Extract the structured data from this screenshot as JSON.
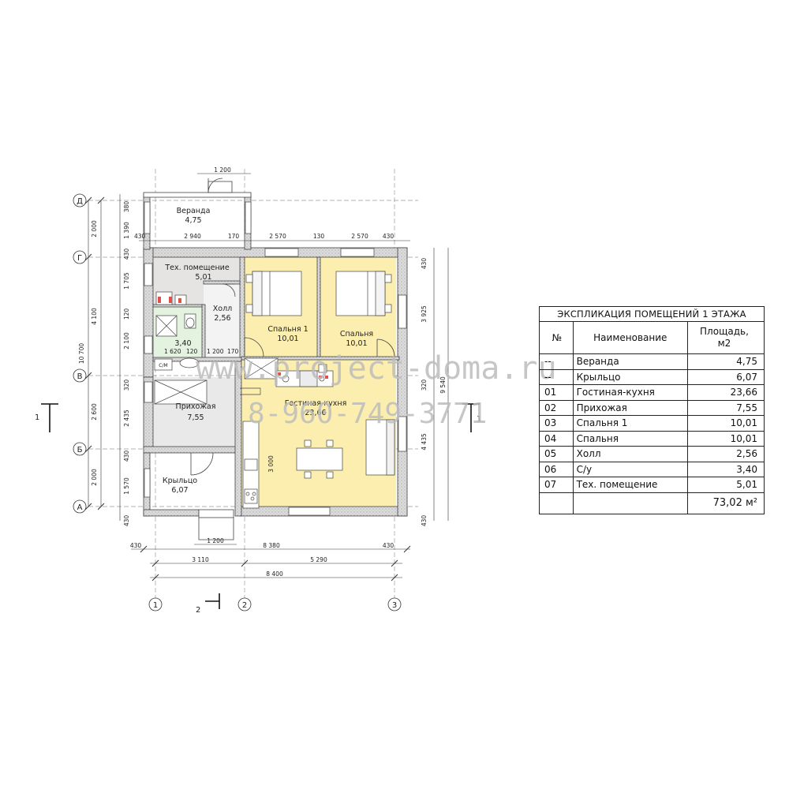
{
  "explication": {
    "title": "ЭКСПЛИКАЦИЯ ПОМЕЩЕНИЙ 1 ЭТАЖА",
    "headers": {
      "no": "№",
      "name": "Наименование",
      "area_line1": "Площадь,",
      "area_line2": "м2"
    },
    "rows": [
      {
        "no": "--",
        "name": "Веранда",
        "area": "4,75"
      },
      {
        "no": "--",
        "name": "Крыльцо",
        "area": "6,07"
      },
      {
        "no": "01",
        "name": "Гостиная-кухня",
        "area": "23,66"
      },
      {
        "no": "02",
        "name": "Прихожая",
        "area": "7,55"
      },
      {
        "no": "03",
        "name": "Спальня 1",
        "area": "10,01"
      },
      {
        "no": "04",
        "name": "Спальня",
        "area": "10,01"
      },
      {
        "no": "05",
        "name": "Холл",
        "area": "2,56"
      },
      {
        "no": "06",
        "name": "С/у",
        "area": "3,40"
      },
      {
        "no": "07",
        "name": "Тех. помещение",
        "area": "5,01"
      }
    ],
    "total": "73,02 м²"
  },
  "rooms": {
    "veranda": {
      "name": "Веранда",
      "area": "4,75"
    },
    "tech": {
      "name": "Тех. помещение",
      "area": "5,01"
    },
    "hall": {
      "name": "Холл",
      "area": "2,56"
    },
    "wc_area": "3,40",
    "wc_tag": "С/М",
    "bedroom1": {
      "name": "Спальня 1",
      "area": "10,01"
    },
    "bedroom2": {
      "name": "Спальня",
      "area": "10,01"
    },
    "living": {
      "name": "Гостиная-кухня",
      "area": "23,66"
    },
    "entry": {
      "name": "Прихожая",
      "area": "7,55"
    },
    "porch": {
      "name": "Крыльцо",
      "area": "6,07"
    }
  },
  "axes": {
    "rows": [
      "Д",
      "Г",
      "В",
      "Б",
      "А"
    ],
    "cols": [
      "1",
      "2",
      "3"
    ]
  },
  "section_marks": {
    "left": "1",
    "right": "1",
    "bottom": "2"
  },
  "dimensions": {
    "top_porch": "1 200",
    "top_row": [
      "430",
      "2 940",
      "170",
      "2 570",
      "130",
      "2 570",
      "430"
    ],
    "left_outer": [
      "2 000",
      "4 100",
      "2 600",
      "2 000"
    ],
    "left_total": "10 700",
    "left_inner": [
      "380",
      "1 390",
      "430",
      "1 705",
      "120",
      "2 100",
      "320",
      "2 435",
      "430",
      "1 570",
      "430"
    ],
    "right_inner": [
      "430",
      "3 925",
      "320",
      "4 435",
      "430"
    ],
    "right_total": "9 540",
    "wc_dims": [
      "1 620",
      "120",
      "1 200",
      "170"
    ],
    "living_dim": "3 000",
    "bottom_porch": "1 200",
    "bottom_row": [
      "430",
      "8 380",
      "430"
    ],
    "bottom_mid": [
      "3 110",
      "5 290"
    ],
    "bottom_total": "8 400"
  },
  "watermark": {
    "site": "www.project-doma.ru",
    "phone": "8-960-749-3771"
  },
  "colors": {
    "bedroom_fill": "#fbeeae",
    "living_fill": "#fbeeae",
    "tech_fill": "#e6e4e2",
    "entry_fill": "#e9e9e9",
    "wc_fill": "#e4f2e0",
    "wall": "#d8d8d8"
  }
}
